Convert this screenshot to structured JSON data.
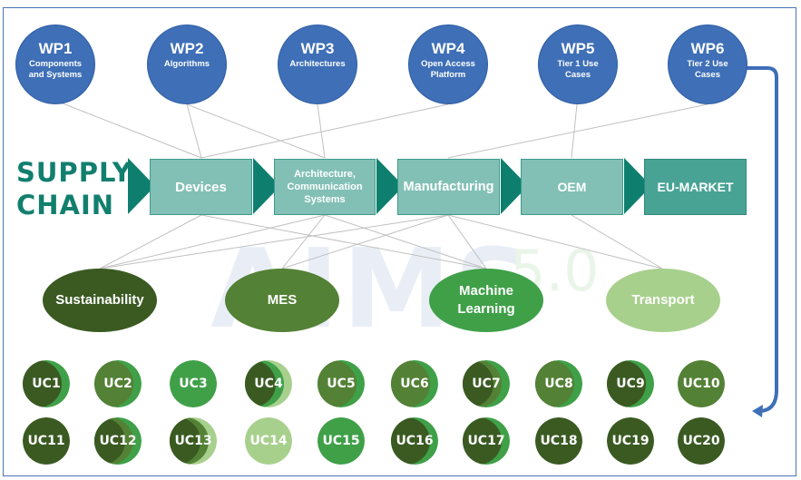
{
  "colors": {
    "wp_blue": "#3e6fb7",
    "teal_dark": "#0e7f6e",
    "teal_box": "#82c0b6",
    "teal_market": "#48a395",
    "green_dark": "#3a5a22",
    "green_mid": "#538135",
    "green_bright": "#3fa048",
    "green_light": "#a8d08d",
    "connector_blue": "#3e6fb7",
    "line_gray": "#c0c0c0"
  },
  "watermark": {
    "text": "AIMS",
    "suffix": "5.0"
  },
  "work_packages": [
    {
      "id": "WP1",
      "label": "Components and Systems"
    },
    {
      "id": "WP2",
      "label": "Algorithms"
    },
    {
      "id": "WP3",
      "label": "Architectures"
    },
    {
      "id": "WP4",
      "label": "Open Access Platform"
    },
    {
      "id": "WP5",
      "label": "Tier 1 Use Cases"
    },
    {
      "id": "WP6",
      "label": "Tier 2 Use Cases"
    }
  ],
  "supply_chain": {
    "title_line1": "SUPPLY",
    "title_line2": "CHAIN",
    "stages": [
      {
        "label": "Devices"
      },
      {
        "label": "Architecture, Communication Systems"
      },
      {
        "label": "Manufacturing"
      },
      {
        "label": "OEM"
      },
      {
        "label": "EU-MARKET"
      }
    ]
  },
  "focus_areas": [
    {
      "label": "Sustainability",
      "color": "#3a5a22"
    },
    {
      "label": "MES",
      "color": "#538135"
    },
    {
      "label": "Machine Learning",
      "color": "#3fa048"
    },
    {
      "label": "Transport",
      "color": "#a8d08d"
    }
  ],
  "links_wp_to_stage": [
    [
      "WP1",
      "Devices"
    ],
    [
      "WP2",
      "Devices"
    ],
    [
      "WP2",
      "Architecture, Communication Systems"
    ],
    [
      "WP3",
      "Architecture, Communication Systems"
    ],
    [
      "WP4",
      "Devices"
    ],
    [
      "WP5",
      "OEM"
    ],
    [
      "WP6",
      "Manufacturing"
    ]
  ],
  "links_stage_to_area": [
    [
      "Devices",
      "Sustainability"
    ],
    [
      "Devices",
      "Machine Learning"
    ],
    [
      "Architecture, Communication Systems",
      "Sustainability"
    ],
    [
      "Architecture, Communication Systems",
      "MES"
    ],
    [
      "Architecture, Communication Systems",
      "Machine Learning"
    ],
    [
      "Manufacturing",
      "Sustainability"
    ],
    [
      "Manufacturing",
      "MES"
    ],
    [
      "Manufacturing",
      "Machine Learning"
    ],
    [
      "Manufacturing",
      "Transport"
    ],
    [
      "OEM",
      "Transport"
    ]
  ],
  "use_cases": [
    {
      "label": "UC1",
      "areas": [
        "Sustainability",
        "Machine Learning"
      ]
    },
    {
      "label": "UC2",
      "areas": [
        "MES",
        "Machine Learning"
      ]
    },
    {
      "label": "UC3",
      "areas": [
        "Machine Learning"
      ]
    },
    {
      "label": "UC4",
      "areas": [
        "Sustainability",
        "Machine Learning",
        "Transport"
      ]
    },
    {
      "label": "UC5",
      "areas": [
        "MES",
        "Machine Learning"
      ]
    },
    {
      "label": "UC6",
      "areas": [
        "MES",
        "Machine Learning"
      ]
    },
    {
      "label": "UC7",
      "areas": [
        "Sustainability",
        "MES",
        "Machine Learning"
      ]
    },
    {
      "label": "UC8",
      "areas": [
        "MES",
        "Machine Learning"
      ]
    },
    {
      "label": "UC9",
      "areas": [
        "Sustainability",
        "Machine Learning"
      ]
    },
    {
      "label": "UC10",
      "areas": [
        "MES"
      ]
    },
    {
      "label": "UC11",
      "areas": [
        "Sustainability"
      ]
    },
    {
      "label": "UC12",
      "areas": [
        "Sustainability",
        "MES",
        "Machine Learning"
      ]
    },
    {
      "label": "UC13",
      "areas": [
        "Sustainability",
        "MES",
        "Transport"
      ]
    },
    {
      "label": "UC14",
      "areas": [
        "Transport"
      ]
    },
    {
      "label": "UC15",
      "areas": [
        "Machine Learning"
      ]
    },
    {
      "label": "UC16",
      "areas": [
        "Sustainability",
        "Machine Learning"
      ]
    },
    {
      "label": "UC17",
      "areas": [
        "Sustainability",
        "Machine Learning"
      ]
    },
    {
      "label": "UC18",
      "areas": [
        "Sustainability"
      ]
    },
    {
      "label": "UC19",
      "areas": [
        "Sustainability"
      ]
    },
    {
      "label": "UC20",
      "areas": [
        "Sustainability"
      ]
    }
  ]
}
